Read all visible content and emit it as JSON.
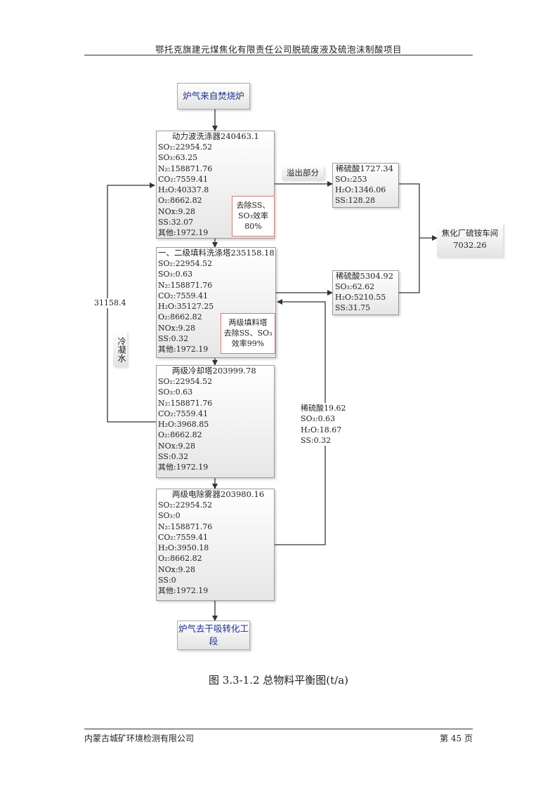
{
  "header": {
    "title": "鄂托克旗建元煤焦化有限责任公司脱硫废液及硫泡沫制酸项目"
  },
  "footer": {
    "company": "内蒙古城矿环境检测有限公司",
    "page": "第 45 页"
  },
  "caption": "图 3.3-1.2 总物料平衡图(t/a)",
  "diagram": {
    "start": "炉气来自焚烧炉",
    "end": "炉气去干吸转化工段",
    "boxes": [
      {
        "title": "动力波洗涤器240463.1",
        "lines": [
          "SO₂:22954.52",
          "SO₃:63.25",
          "N₂:158871.76",
          "CO₂:7559.41",
          "H₂O:40337.8",
          "O₂:8662.82",
          "NOx:9.28",
          "SS:32.07",
          "其他:1972.19"
        ]
      },
      {
        "title": "一、二级填料洗涤塔235158.18",
        "lines": [
          "SO₂:22954.52",
          "SO₃:0.63",
          "N₂:158871.76",
          "CO₂:7559.41",
          "H₂O:35127.25",
          "O₂:8662.82",
          "NOx:9.28",
          "SS:0.32",
          "其他:1972.19"
        ]
      },
      {
        "title": "两级冷却塔203999.78",
        "lines": [
          "SO₂:22954.52",
          "SO₃:0.63",
          "N₂:158871.76",
          "CO₂:7559.41",
          "H₂O:3968.85",
          "O₂:8662.82",
          "NOx:9.28",
          "SS:0.32",
          "其他:1972.19"
        ]
      },
      {
        "title": "两级电除雾器203980.16",
        "lines": [
          "SO₂:22954.52",
          "SO₃:0",
          "N₂:158871.76",
          "CO₂:7559.41",
          "H₂O:3950.18",
          "O₂:8662.82",
          "NOx:9.28",
          "SS:0",
          "其他:1972.19"
        ]
      }
    ],
    "removal_notes": [
      {
        "lines": [
          "去除SS、",
          "SO₃效率",
          "80%"
        ]
      },
      {
        "lines": [
          "两级填料塔",
          "去除SS、SO₃",
          "效率99%"
        ]
      }
    ],
    "side_boxes": [
      {
        "title": "稀硫酸1727.34",
        "lines": [
          "SO₃:253",
          "H₂O:1346.06",
          "SS:128.28"
        ]
      },
      {
        "title": "稀硫酸5304.92",
        "lines": [
          "SO₃:62.62",
          "H₂O:5210.55",
          "SS:31.75"
        ]
      }
    ],
    "overflow_label": "溢出部分",
    "destination": {
      "name": "焦化厂硫铵车间",
      "value": "7032.26"
    },
    "recycle": {
      "title": "稀硫酸19.62",
      "lines": [
        "SO₃:0.63",
        "H₂O:18.67",
        "SS:0.32"
      ]
    },
    "condensate": {
      "value": "31158.4",
      "label": "冷凝水"
    }
  }
}
